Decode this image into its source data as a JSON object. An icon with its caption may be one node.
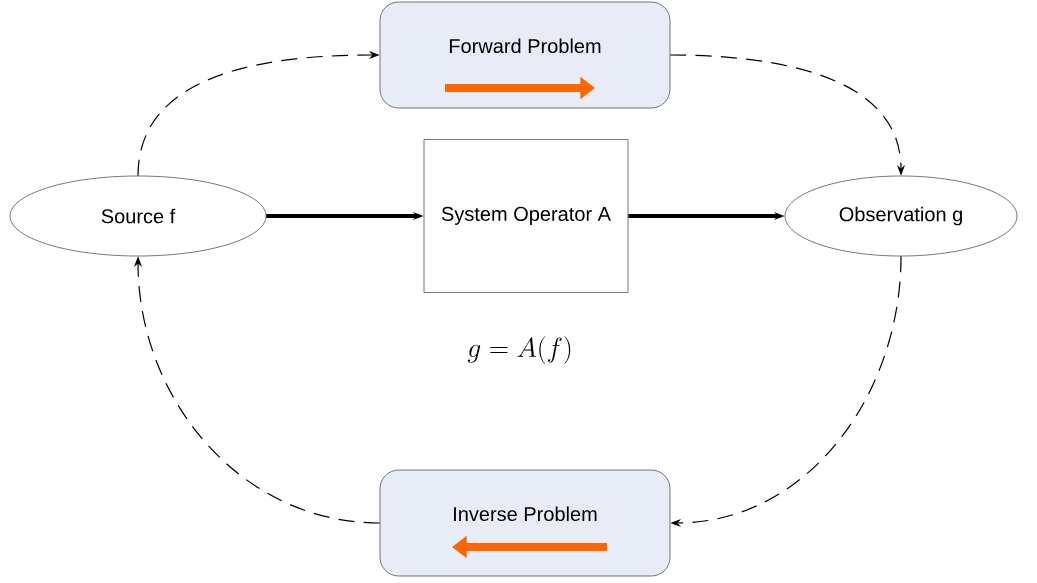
{
  "diagram": {
    "nodes": [
      {
        "text": [
          "Source f"
        ]
      },
      {
        "text": [
          "Forward Problem"
        ]
      },
      {
        "text": [
          "System Operator A"
        ]
      },
      {
        "text": [
          "Observation g"
        ]
      },
      {
        "text": [
          "Inverse Problem"
        ]
      }
    ],
    "edges": [
      {
        "from": 0,
        "to": 2,
        "arrow": "to",
        "style": "thick"
      },
      {
        "from": 2,
        "to": 3,
        "arrow": "to",
        "style": "thick"
      },
      {
        "from": 0,
        "to": 1,
        "arrow": "to",
        "style": "dashed"
      },
      {
        "from": 1,
        "to": 3,
        "arrow": "to",
        "style": "dashed"
      },
      {
        "from": 3,
        "to": 4,
        "arrow": "to",
        "style": "dashed"
      },
      {
        "from": 4,
        "to": 0,
        "arrow": "to",
        "style": "dashed"
      }
    ],
    "labels": [
      "g = A(f)"
    ]
  }
}
